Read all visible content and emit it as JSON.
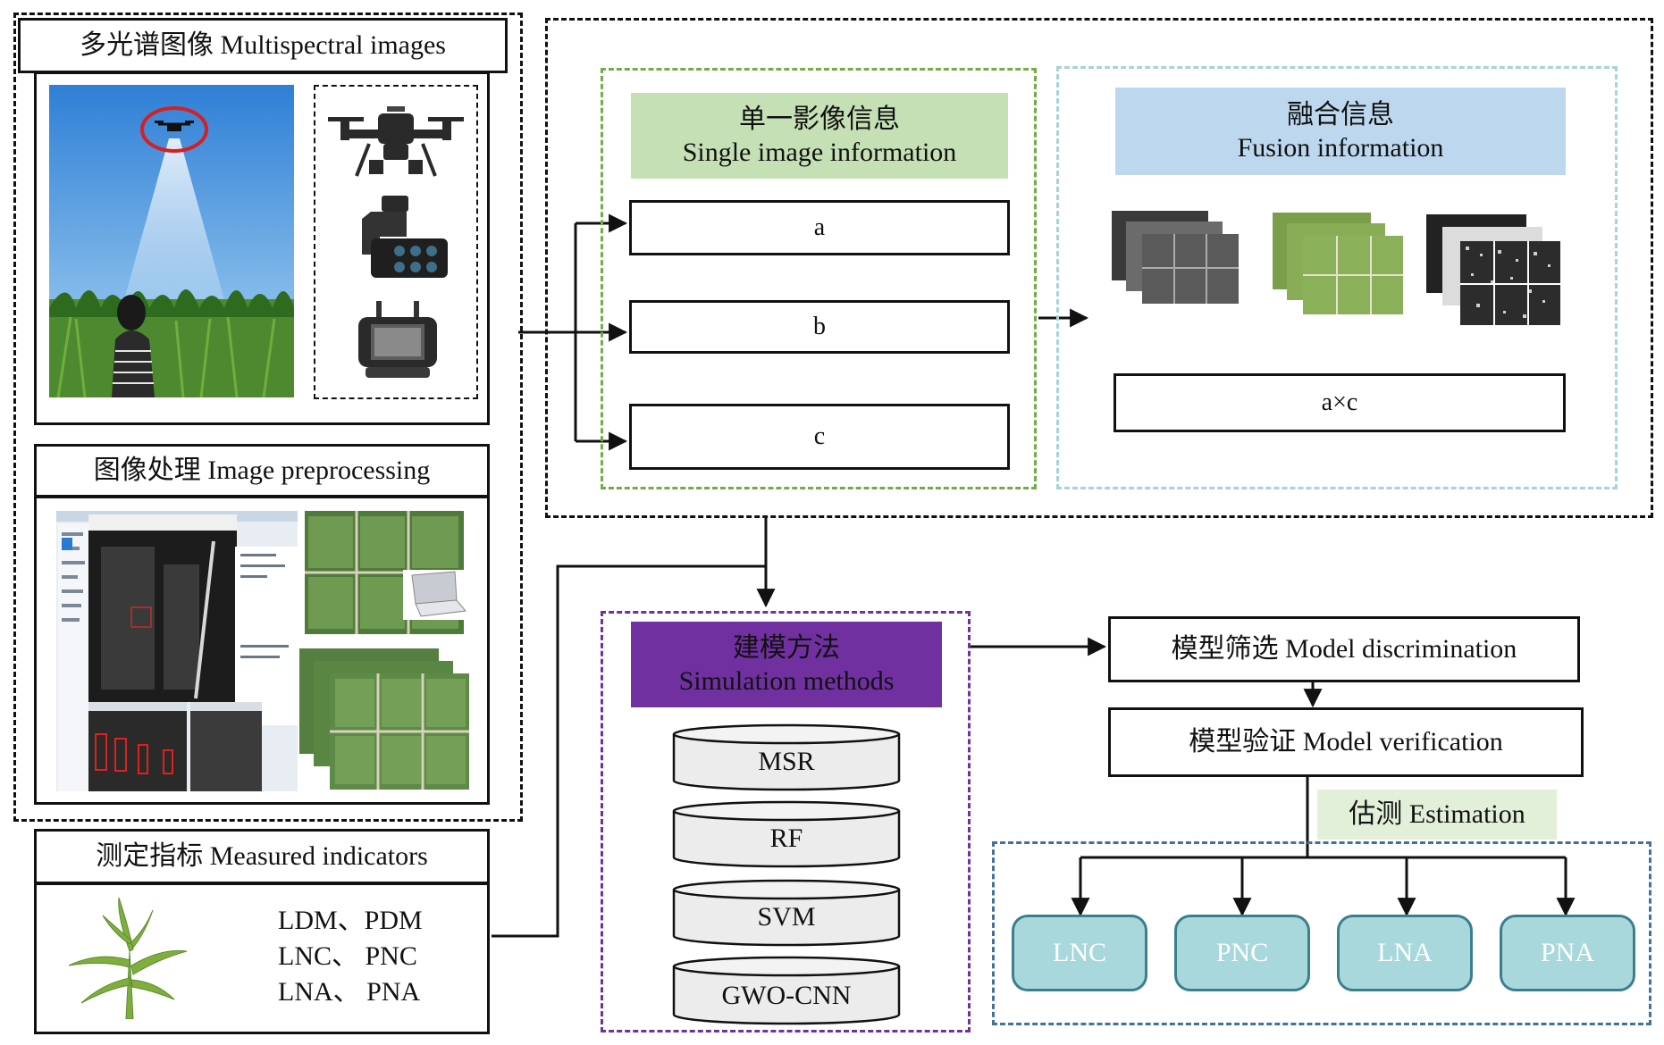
{
  "multispectral": {
    "title": "多光谱图像 Multispectral images",
    "photo": "uav-flight-photo",
    "equipment": [
      "drone-icon",
      "multispectral-camera-icon",
      "remote-controller-icon"
    ]
  },
  "preprocessing": {
    "title": "图像处理 Image preprocessing",
    "images": [
      "software-screenshot",
      "field-orthomosaic",
      "laptop-icon",
      "stacked-orthomosaics"
    ]
  },
  "measured": {
    "title": "测定指标 Measured indicators",
    "lines": [
      "LDM、PDM",
      "LNC、 PNC",
      "LNA、 PNA"
    ],
    "icon": "corn-plant-icon"
  },
  "single_info": {
    "title_cn": "单一影像信息",
    "title_en": "Single image information",
    "items": [
      "a",
      "b",
      "c"
    ],
    "header_color": "#c5e0b4",
    "border_color": "#70ad47"
  },
  "fusion_info": {
    "title_cn": "融合信息",
    "title_en": "Fusion information",
    "result": "a×c",
    "header_color": "#bdd7ee",
    "border_color": "#a6d4d8"
  },
  "simulation": {
    "title_cn": "建模方法",
    "title_en": "Simulation methods",
    "header_color": "#7030a0",
    "methods": [
      "MSR",
      "RF",
      "SVM",
      "GWO-CNN"
    ]
  },
  "model_discrimination": "模型筛选 Model discrimination",
  "model_verification": "模型验证 Model verification",
  "estimation": {
    "label": "估测 Estimation",
    "label_color": "#e2f0d9",
    "targets": [
      "LNC",
      "PNC",
      "LNA",
      "PNA"
    ],
    "target_color": "#a9d8dc"
  }
}
